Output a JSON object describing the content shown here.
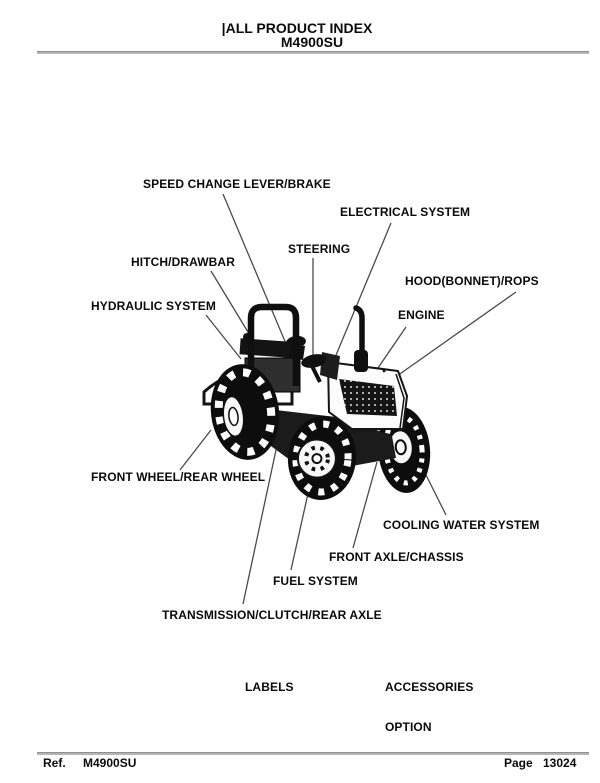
{
  "header": {
    "catalog_title": "|ALL PRODUCT INDEX",
    "model_code": "M4900SU"
  },
  "diagram": {
    "subject": "M4900SU tractor line illustration with callout leader lines",
    "callouts": {
      "speed_change_lever_brake": "SPEED CHANGE LEVER/BRAKE",
      "electrical_system": "ELECTRICAL SYSTEM",
      "steering": "STEERING",
      "hitch_drawbar": "HITCH/DRAWBAR",
      "hood_bonnet_rops": "HOOD(BONNET)/ROPS",
      "hydraulic_system": "HYDRAULIC SYSTEM",
      "engine": "ENGINE",
      "front_wheel_rear_wheel": "FRONT WHEEL/REAR WHEEL",
      "cooling_water_system": "COOLING WATER SYSTEM",
      "front_axle_chassis": "FRONT AXLE/CHASSIS",
      "fuel_system": "FUEL SYSTEM",
      "transmission_clutch_rear_axle": "TRANSMISSION/CLUTCH/REAR AXLE",
      "labels": "LABELS",
      "accessories": "ACCESSORIES",
      "option": "OPTION"
    }
  },
  "footer": {
    "ref_label": "Ref.",
    "ref_value": "M4900SU",
    "page_label": "Page",
    "page_number": "13024"
  },
  "colors": {
    "ink": "#0a0a0a",
    "rule_gray": "#9e9e9e",
    "leader_line": "#4a4a4a"
  }
}
